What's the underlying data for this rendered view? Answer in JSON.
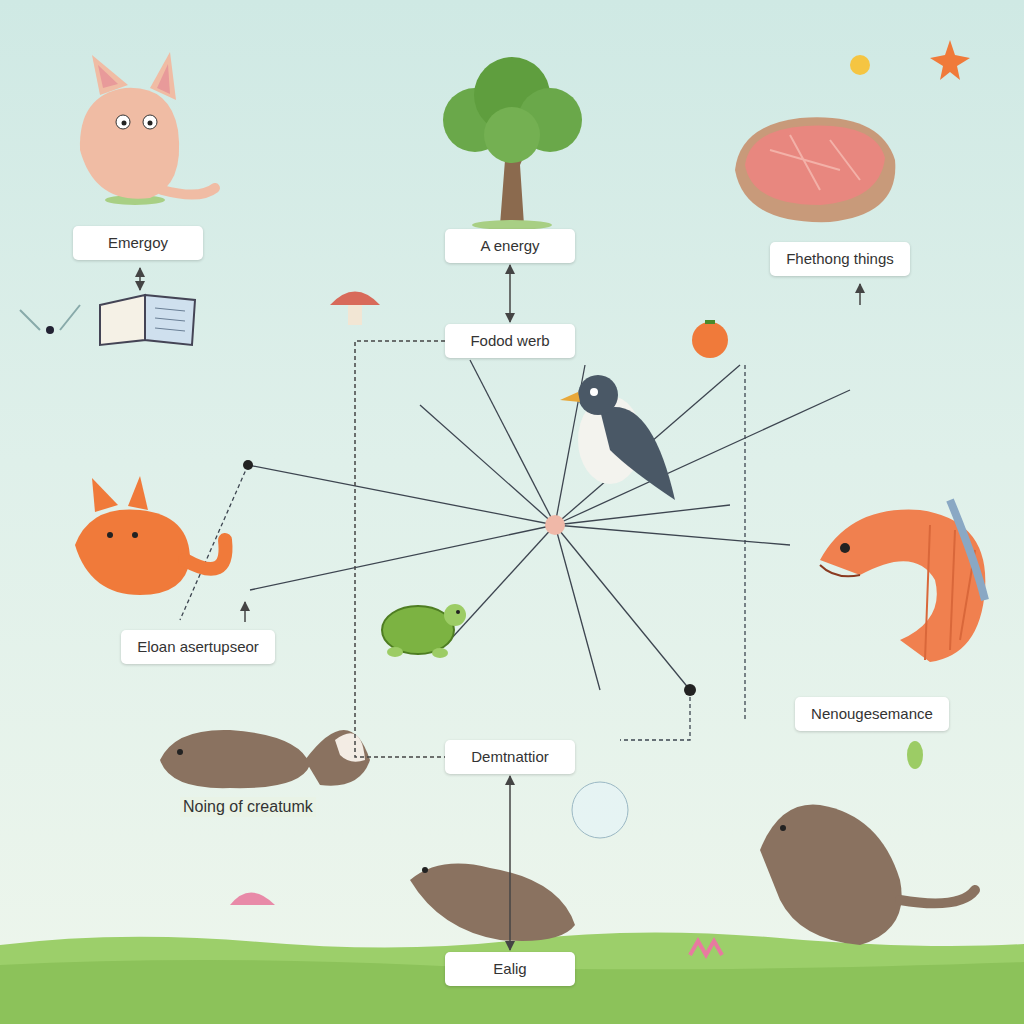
{
  "diagram": {
    "nodes": [
      {
        "text": [
          "Emergoy"
        ]
      },
      {
        "text": [
          "A energy"
        ]
      },
      {
        "text": [
          "Fhethong things"
        ]
      },
      {
        "text": [
          "Fodod werb"
        ]
      },
      {
        "text": [
          "Eloan asertupseor"
        ]
      },
      {
        "text": [
          "Nenougesemance"
        ]
      },
      {
        "text": [
          "Demtnattior"
        ]
      },
      {
        "text": [
          "Ealig"
        ]
      }
    ],
    "edges": [
      {
        "from": 1,
        "to": 3,
        "arrow": "both"
      },
      {
        "from": 3,
        "to": 6,
        "arrow": "none"
      },
      {
        "from": 6,
        "to": 7,
        "arrow": "both"
      }
    ],
    "labels": [
      "Noing of creatumk"
    ]
  }
}
